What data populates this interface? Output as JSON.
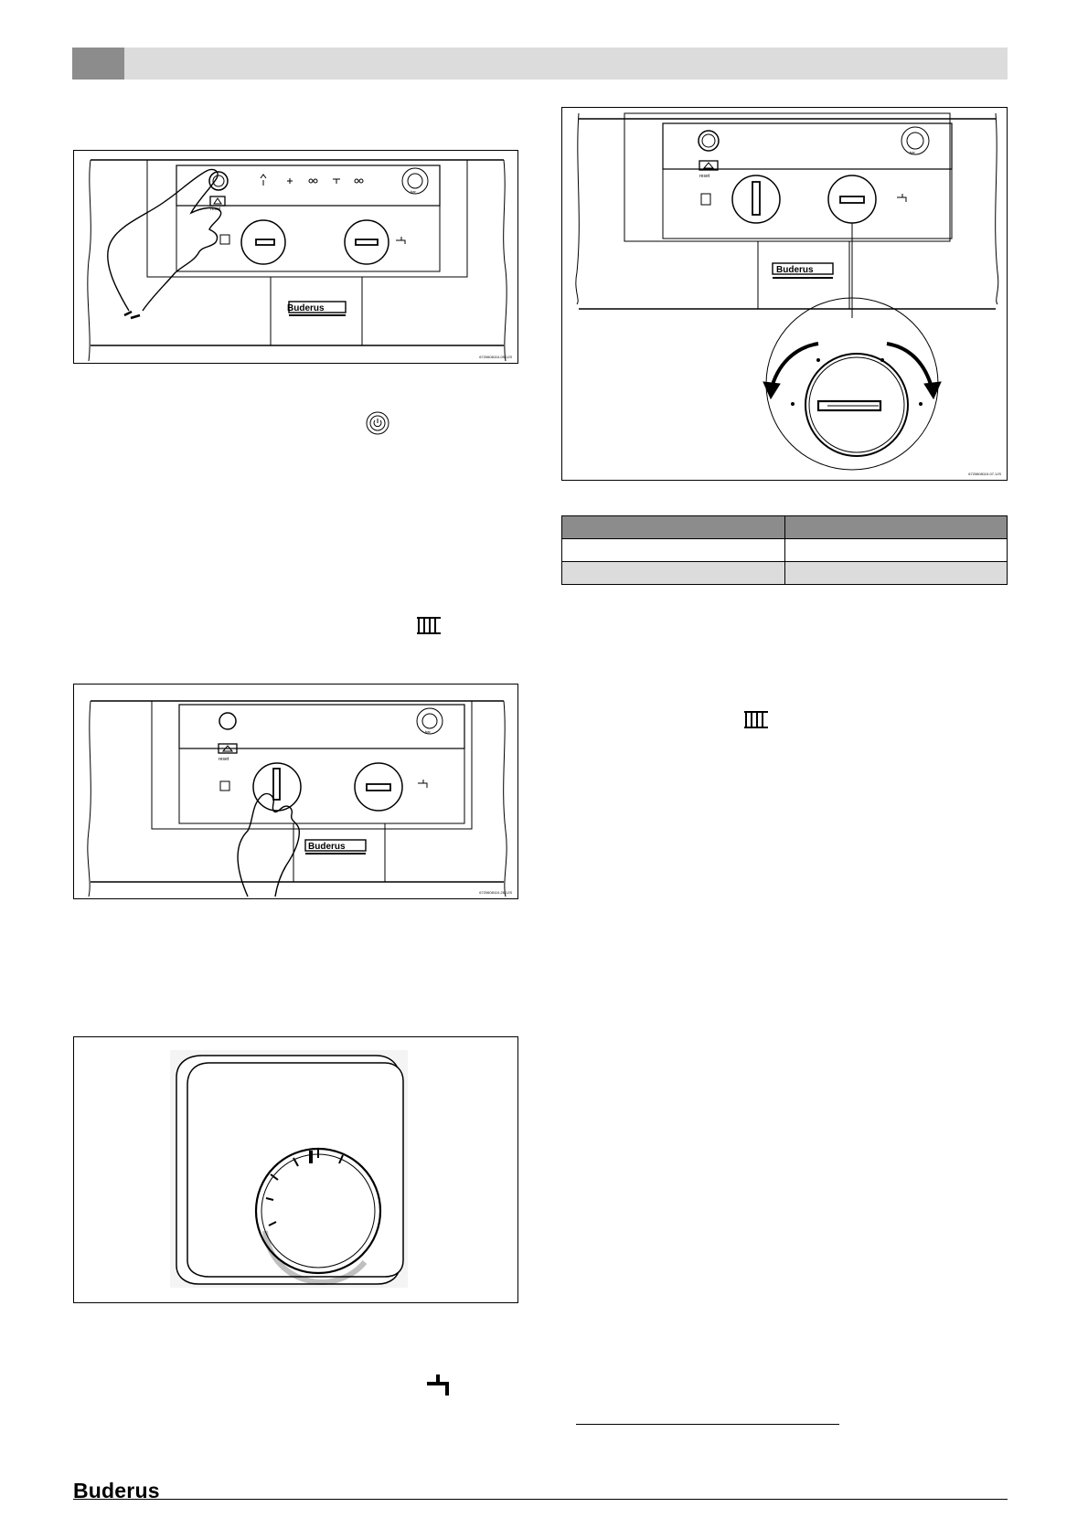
{
  "header": {
    "chapter_number": "",
    "chapter_title": ""
  },
  "figures": {
    "fig1": {
      "code": "6720608110-05.1JS",
      "brand": "Buderus",
      "reset_label": "reset",
      "bar_label": "bar"
    },
    "fig2": {
      "code": "6720608110-07.1JS",
      "brand": "Buderus",
      "reset_label": "reset",
      "bar_label": "bar"
    },
    "fig3": {
      "code": "6720608110-26.1JS",
      "brand": "Buderus",
      "reset_label": "reset",
      "bar_label": "bar"
    },
    "fig4": {
      "code": ""
    }
  },
  "table": {
    "header": [
      "",
      ""
    ],
    "rows": [
      [
        "",
        ""
      ],
      [
        "",
        ""
      ]
    ]
  },
  "icons": {
    "power_button_symbol": "power-button-icon",
    "radiator_symbol": "radiator-icon",
    "hot_water_tap_symbol": "hot-water-tap-icon"
  },
  "footer": {
    "brand": "Buderus"
  }
}
